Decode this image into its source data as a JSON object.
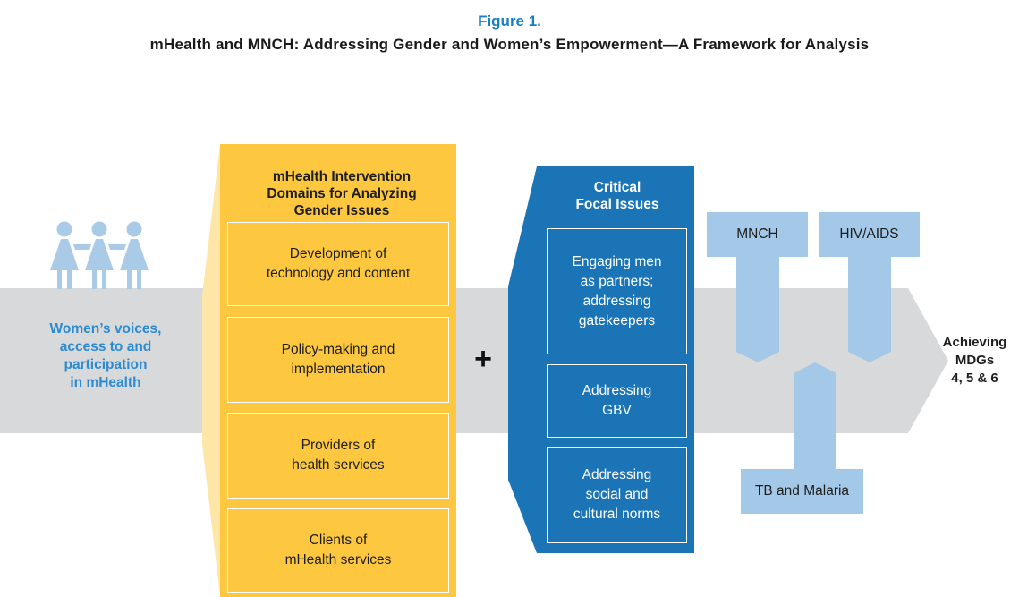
{
  "figure_label": "Figure 1.",
  "figure_title": "mHealth and MNCH: Addressing Gender and Women’s Empowerment—A Framework for Analysis",
  "left": {
    "text": "Women’s voices,\naccess to and\nparticipation\nin mHealth"
  },
  "domains": {
    "heading": "mHealth Intervention\nDomains for Analyzing\nGender Issues",
    "items": [
      "Development of\ntechnology and content",
      "Policy-making and\nimplementation",
      "Providers of\nhealth services",
      "Clients of\nmHealth services"
    ]
  },
  "plus": "+",
  "focal": {
    "heading": "Critical\nFocal Issues",
    "items": [
      "Engaging men\nas partners;\naddressing\ngatekeepers",
      "Addressing\nGBV",
      "Addressing\nsocial and\ncultural norms"
    ]
  },
  "health_areas": [
    "MNCH",
    "HIV/AIDS",
    "TB and Malaria"
  ],
  "goal": "Achieving\nMDGs\n4, 5 & 6",
  "colors": {
    "accent_blue": "#1a7fc1",
    "yellow": "#fdc840",
    "light_yellow": "#fde6a8",
    "grey_arrow": "#d8d9db",
    "light_blue": "#a3c8e8",
    "women_icon": "#a9cbe7"
  },
  "icons": [
    "women-group-icon"
  ]
}
